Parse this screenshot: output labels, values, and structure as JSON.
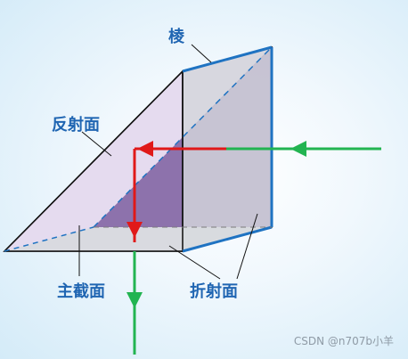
{
  "labels": {
    "edge": "棱",
    "reflecting_surface": "反射面",
    "principal_section": "主截面",
    "refracting_surface": "折射面"
  },
  "watermark": "CSDN @n707b小羊",
  "colors": {
    "background": "#eef7fd",
    "label_text": "#1f65b2",
    "edge_highlight": "#1f73c2",
    "principal_section_fill": "#6f4f95",
    "incident_ray": "#22b451",
    "reflected_ray": "#e01919"
  }
}
